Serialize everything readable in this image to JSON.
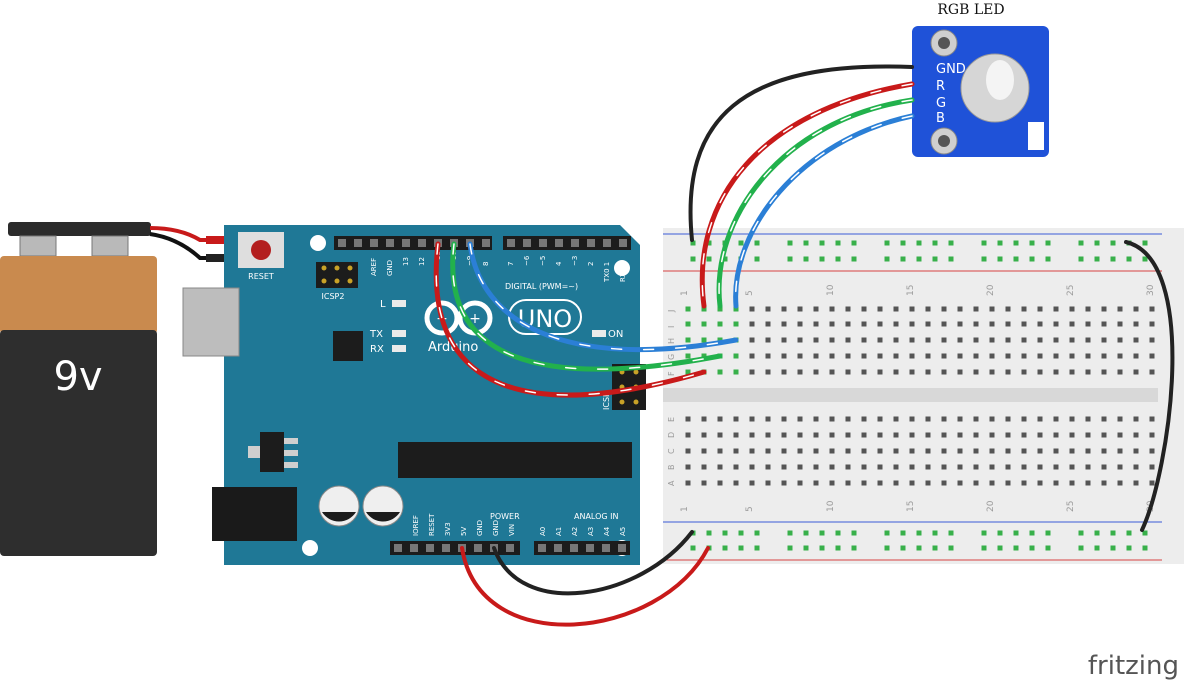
{
  "led_module": {
    "title": "RGB LED",
    "pins": [
      "GND",
      "R",
      "G",
      "B"
    ]
  },
  "battery": {
    "label": "9v"
  },
  "arduino": {
    "board_name": "UNO",
    "brand": "Arduino",
    "reset_label": "RESET",
    "icsp2_label": "ICSP2",
    "icsp_label": "ICSP",
    "led_l": "L",
    "led_tx": "TX",
    "led_rx": "RX",
    "led_on": "ON",
    "digital_label": "DIGITAL (PWM=~)",
    "power_label": "POWER",
    "analog_label": "ANALOG IN",
    "top_header_left": [
      "AREF",
      "GND",
      "13",
      "12",
      "~11",
      "~10",
      "~9",
      "8"
    ],
    "top_header_right": [
      "7",
      "~6",
      "~5",
      "4",
      "~3",
      "2",
      "TX0 1",
      "RX0 0"
    ],
    "power_pins": [
      "IOREF",
      "RESET",
      "3V3",
      "5V",
      "GND",
      "GND",
      "VIN"
    ],
    "analog_pins": [
      "A0",
      "A1",
      "A2",
      "A3",
      "A4",
      "A5"
    ]
  },
  "breadboard": {
    "column_numbers": [
      "1",
      "5",
      "10",
      "15",
      "20",
      "25",
      "30"
    ],
    "rows_top": [
      "J",
      "I",
      "H",
      "G",
      "F"
    ],
    "rows_bottom": [
      "E",
      "D",
      "C",
      "B",
      "A"
    ]
  },
  "footer": {
    "watermark": "fritzing"
  },
  "colors": {
    "board": "#1f7896",
    "wire_red": "#c81a1a",
    "wire_green": "#22b14c",
    "wire_blue": "#2b7fd6",
    "wire_black": "#222222",
    "battery_orange": "#c98a4e",
    "battery_black": "#2e2e2e",
    "led_module_blue": "#1f52d8"
  }
}
